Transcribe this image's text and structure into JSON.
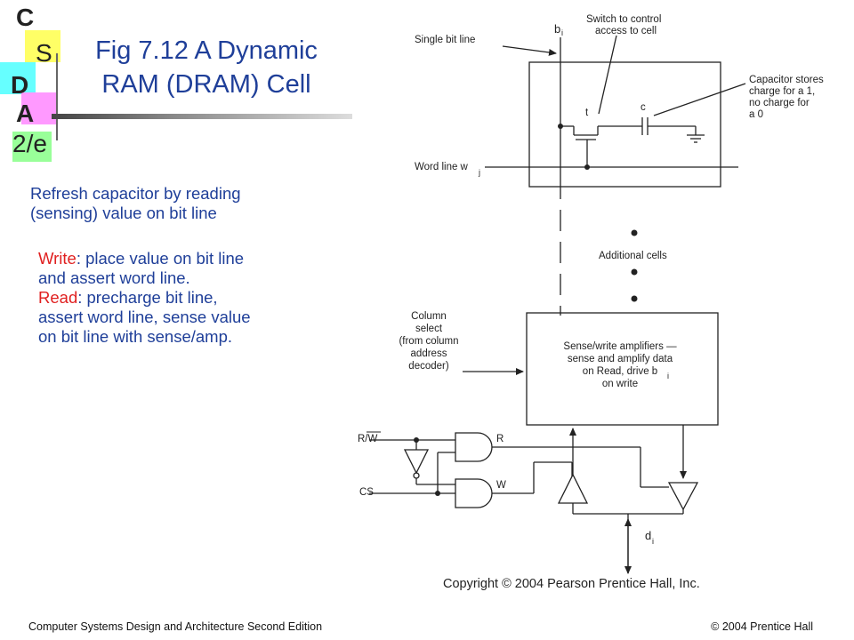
{
  "logo": {
    "letter_c": "C",
    "letter_s": "S",
    "letter_d": "D",
    "letter_a": "A",
    "edition": "2/e",
    "colors": {
      "yellow": "#ffff66",
      "cyan": "#66ffff",
      "pink": "#ff99ff",
      "green": "#99ff99"
    }
  },
  "slide": {
    "title_line1": "Fig 7.12   A Dynamic",
    "title_line2": "RAM (DRAM) Cell"
  },
  "notes": {
    "refresh_line1": "Refresh capacitor by reading",
    "refresh_line2": "(sensing) value on bit line",
    "write_label": "Write",
    "write_text_1": ": place value on bit line",
    "write_text_2": "and assert word line.",
    "read_label": "Read",
    "read_text_1": ": precharge bit line,",
    "read_text_2": "assert word line, sense value",
    "read_text_3": "on bit line with sense/amp."
  },
  "diagram": {
    "single_bit_line": "Single bit line",
    "bit_line_b": "b",
    "bit_line_sub": "i",
    "switch_line1": "Switch to control",
    "switch_line2": "access to cell",
    "t_label": "t",
    "c_label": "c",
    "capacitor_line1": "Capacitor stores",
    "capacitor_line2": "charge for a 1,",
    "capacitor_line3": "no charge for",
    "capacitor_line4": "a 0",
    "word_line": "Word line w",
    "word_line_sub": "j",
    "additional_cells": "Additional cells",
    "column_select": [
      "Column",
      "select",
      "(from column",
      "address",
      "decoder)"
    ],
    "sense_amp": [
      "Sense/write amplifiers —",
      "sense and amplify data",
      "on Read, drive b",
      "on write"
    ],
    "sense_amp_sub": "i",
    "rw_label": "R/W",
    "cs_label": "CS",
    "r_label": "R",
    "w_label": "W",
    "d_label": "d",
    "d_sub": "i",
    "copyright": "Copyright © 2004 Pearson Prentice Hall, Inc."
  },
  "footer": {
    "left": "Computer Systems Design and Architecture Second Edition",
    "right": "© 2004 Prentice Hall"
  }
}
